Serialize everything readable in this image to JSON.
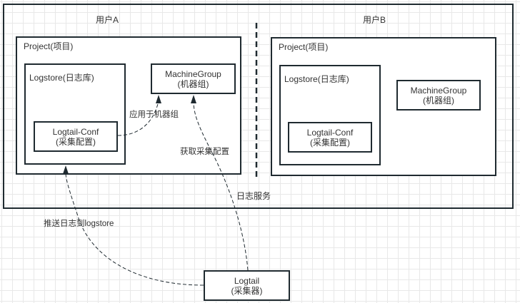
{
  "diagram": {
    "container": {
      "label": "日志服务"
    },
    "userA": {
      "label": "用户A",
      "project": {
        "label": "Project(项目)"
      },
      "logstore": {
        "label": "Logstore(日志库)"
      },
      "logtail_conf": {
        "line1": "Logtail-Conf",
        "line2": "(采集配置)"
      },
      "machine_group": {
        "line1": "MachineGroup",
        "line2": "(机器组)"
      }
    },
    "userB": {
      "label": "用户B",
      "project": {
        "label": "Project(项目)"
      },
      "logstore": {
        "label": "Logstore(日志库)"
      },
      "logtail_conf": {
        "line1": "Logtail-Conf",
        "line2": "(采集配置)"
      },
      "machine_group": {
        "line1": "MachineGroup",
        "line2": "(机器组)"
      }
    },
    "logtail": {
      "line1": "Logtail",
      "line2": "(采集器)"
    },
    "edges": {
      "apply_to_group": "应用于机器组",
      "fetch_config": "获取采集配置",
      "push_logs": "推送日志到logstore"
    },
    "colors": {
      "stroke": "#1f2a30",
      "grid": "#e8e8e8",
      "text": "#333333"
    }
  }
}
